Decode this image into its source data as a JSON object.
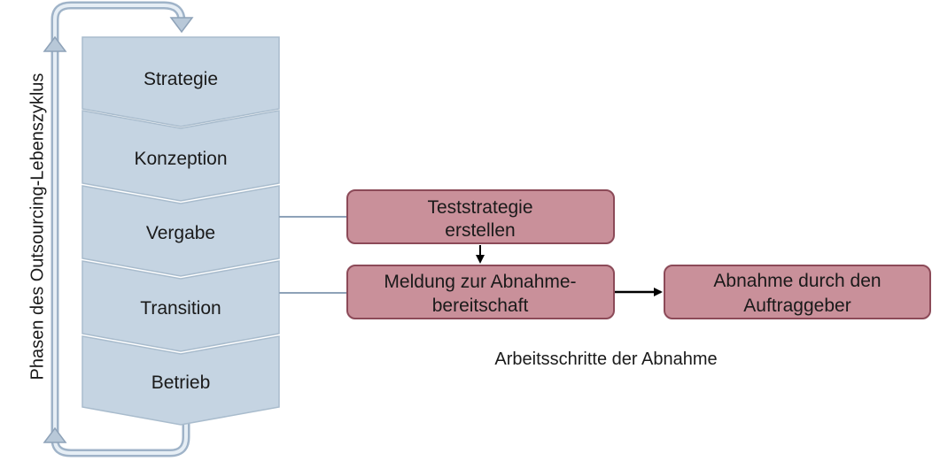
{
  "side_label": "Phasen des Outsourcing-Lebenszyklus",
  "phases": [
    {
      "label": "Strategie"
    },
    {
      "label": "Konzeption"
    },
    {
      "label": "Vergabe"
    },
    {
      "label": "Transition"
    },
    {
      "label": "Betrieb"
    }
  ],
  "steps": {
    "teststrategie": {
      "line1": "Teststrategie",
      "line2": "erstellen"
    },
    "meldung": {
      "line1": "Meldung zur Abnahme-",
      "line2": "bereitschaft"
    },
    "abnahme": {
      "line1": "Abnahme durch den",
      "line2": "Auftraggeber"
    }
  },
  "caption": "Arbeitsschritte der Abnahme",
  "colors": {
    "phase_fill": "#c5d4e2",
    "phase_stroke": "#9fb0c2",
    "step_fill": "#c9909a",
    "step_stroke": "#8c4a58",
    "cycle_arrow": "#b8c8d8"
  }
}
